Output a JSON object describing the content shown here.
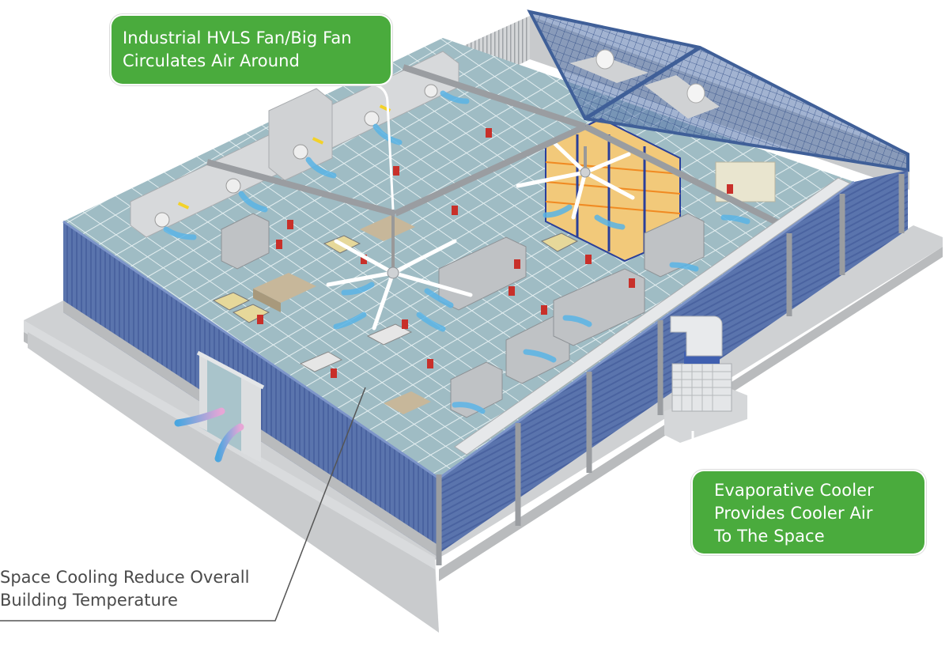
{
  "diagram": {
    "subject": "Industrial warehouse space cooling with HVLS fans and evaporative cooler",
    "colors": {
      "callout_green": "#4aab3d",
      "wall_blue": "#5a74ad",
      "floor_teal": "#9fbcc4",
      "roof_blue": "#3f5f98",
      "airflow_blue": "#5ab4e6",
      "worker_red": "#c8302a",
      "label_gray": "#4a4a4a",
      "base_gray": "#cfd1d3"
    },
    "callouts": {
      "fan": {
        "lines": [
          "Industrial HVLS Fan/Big Fan",
          "Circulates Air Around"
        ]
      },
      "cooler": {
        "lines": [
          "Evaporative Cooler",
          "Provides Cooler Air",
          "To The Space"
        ]
      },
      "space": {
        "lines": [
          "Space Cooling Reduce Overall",
          "Building Temperature"
        ]
      }
    },
    "elements": [
      "hvls-fan-left",
      "hvls-fan-right",
      "evaporative-cooler",
      "air-duct",
      "roof-ventilators",
      "storage-racks",
      "production-machines",
      "workers",
      "doorway-airflow",
      "airflow-arrows"
    ]
  }
}
